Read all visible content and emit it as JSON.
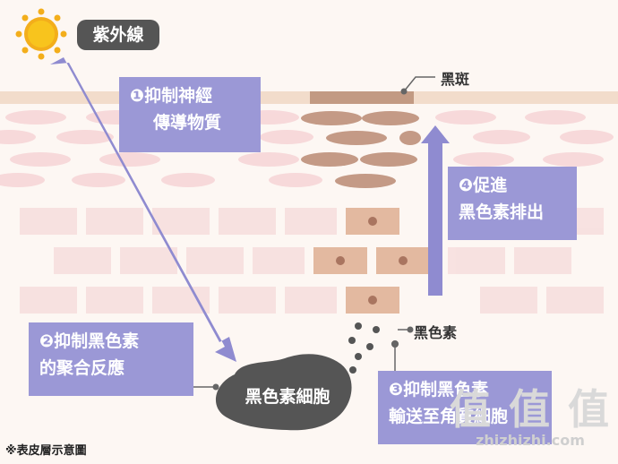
{
  "uv_label": "紫外線",
  "dark_spot_label": "黑斑",
  "melanin_label": "黑色素",
  "melanocyte_label": "黑色素細胞",
  "steps": [
    {
      "line1": "❶抑制神經",
      "line2": "傳導物質"
    },
    {
      "line1": "❷抑制黑色素",
      "line2": "的聚合反應"
    },
    {
      "line1": "❸抑制黑色素",
      "line2": "輸送至角質細胞"
    },
    {
      "line1": "❹促進",
      "line2": "黑色素排出"
    }
  ],
  "footnote": "※表皮層示意圖",
  "watermark": {
    "text": "值 值 值",
    "url": "zhizhizhi.com"
  },
  "colors": {
    "background": "#fdf7f3",
    "step_box": "#9b98d6",
    "arrow": "#8f8bd0",
    "melanocyte": "#555555",
    "dark_cell": "#e3b9a0",
    "light_cell": "#f6dcdc"
  }
}
